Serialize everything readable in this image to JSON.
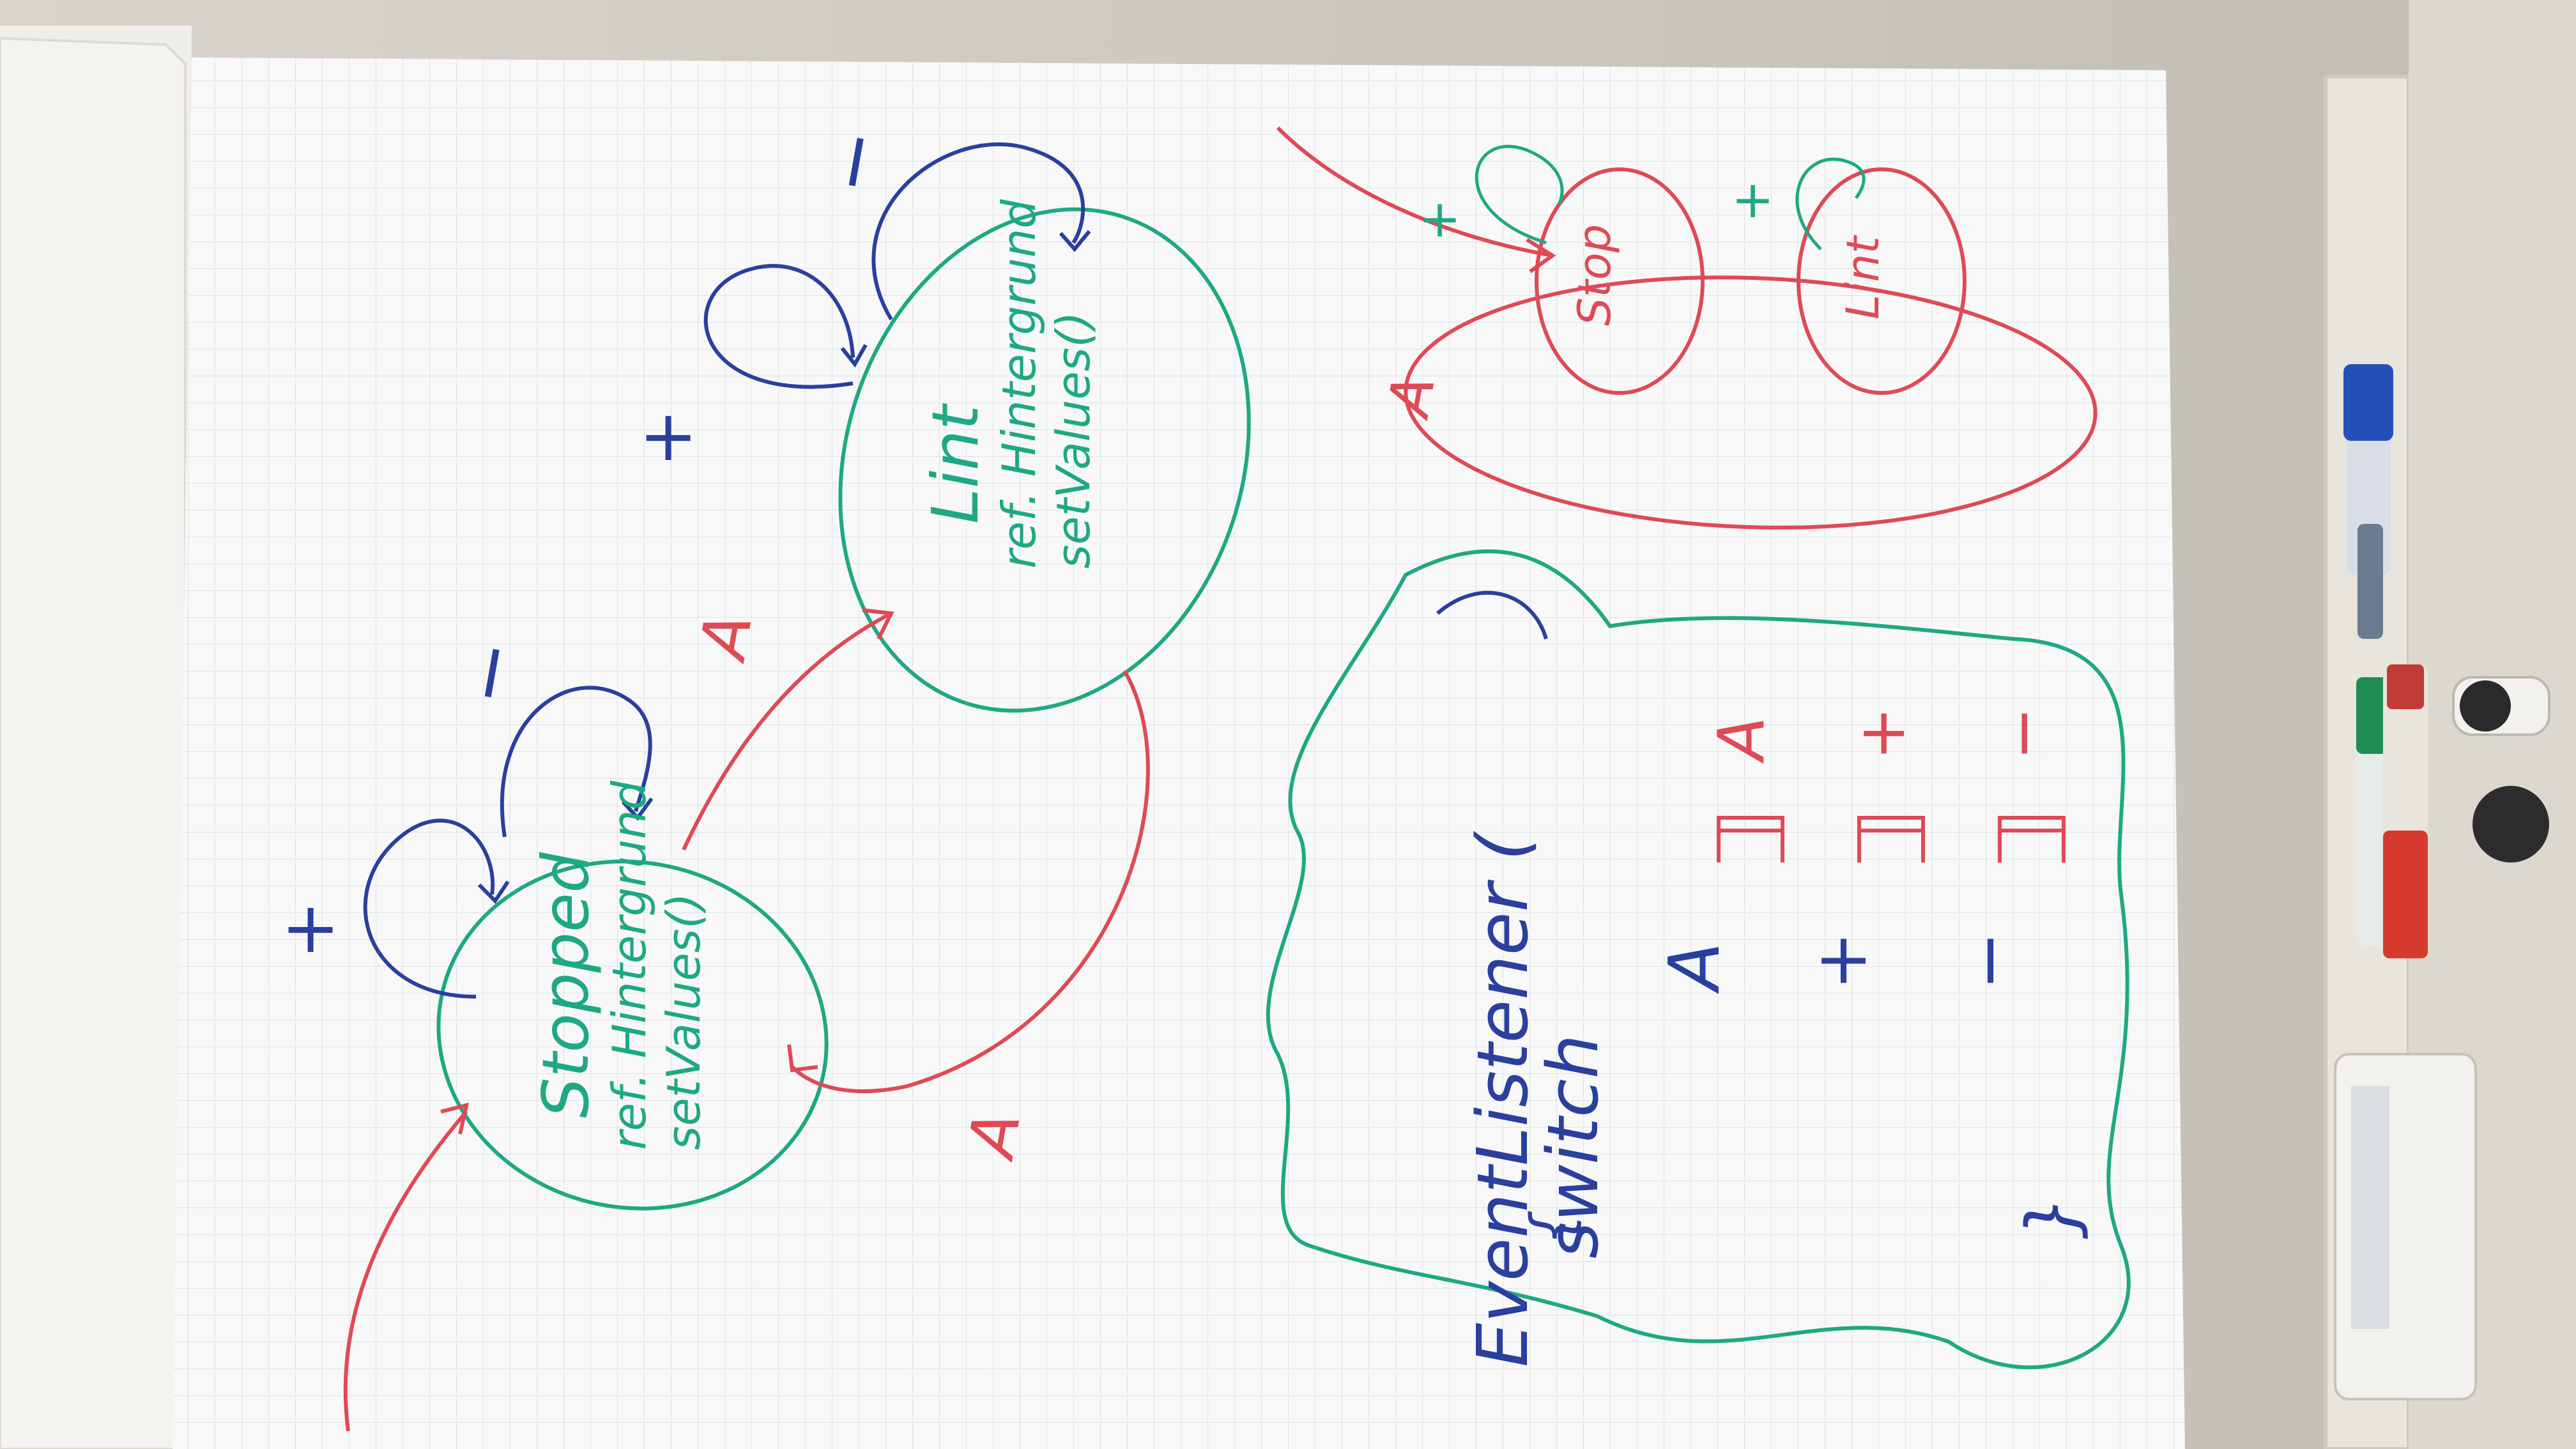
{
  "colors": {
    "green_marker": "#1ea883",
    "blue_marker": "#2a3f9e",
    "red_marker": "#de4a55",
    "paper": "#f7f8f7",
    "grid": "#d8e0e6"
  },
  "flipchart": {
    "state_diagram": {
      "state_stopped": {
        "label": "Stopped",
        "line1": "ref. Hintergrund",
        "line2": "setValues()"
      },
      "state_lint": {
        "label": "Lint",
        "line1": "ref. Hintergrund",
        "line2": "setValues()"
      },
      "plus_label": "+",
      "minus_label": "−",
      "a_label": "A"
    },
    "mini_diagram": {
      "circle1": "Stop",
      "circle2": "Lint",
      "plus_label": "+",
      "a_label": "A"
    },
    "code_sketch": {
      "line1": "EventListener (",
      "line2": "switch",
      "col_keys": [
        "A",
        "+",
        "−"
      ],
      "col_icons": [
        "gate",
        "gate",
        "gate"
      ],
      "col_actions": [
        "A",
        "+",
        "−"
      ],
      "close_brace": "}",
      "open_curly": "{"
    }
  },
  "tray": {
    "markers": [
      "blue-marker-icon",
      "green-marker-icon",
      "red-marker-icon",
      "white-spray-can-icon"
    ]
  }
}
